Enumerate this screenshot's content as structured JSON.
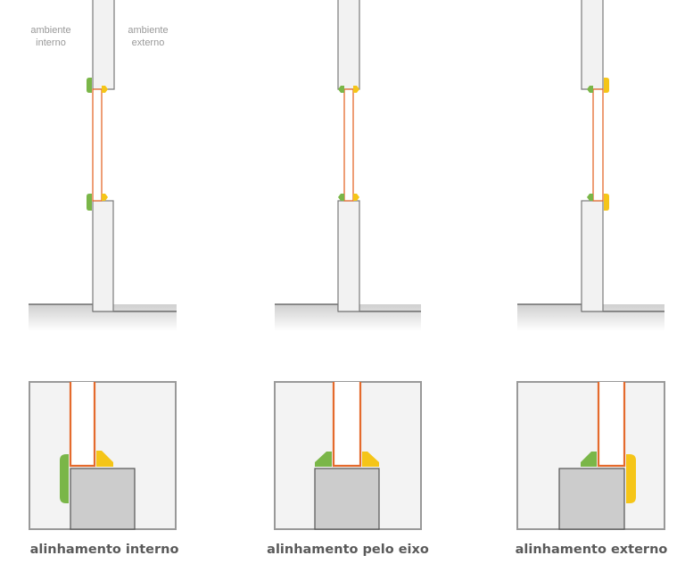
{
  "labels": {
    "interior_line1": "ambiente",
    "interior_line2": "interno",
    "exterior_line1": "ambiente",
    "exterior_line2": "externo"
  },
  "captions": [
    "alinhamento interno",
    "alinhamento pelo eixo",
    "alinhamento externo"
  ],
  "colors": {
    "frame_fill": "#f2f2f2",
    "frame_stroke": "#7a7a7a",
    "glass_stroke": "#e46a2c",
    "interior_gasket": "#7ab648",
    "exterior_gasket": "#f5c518",
    "detail_bg": "#f3f3f3",
    "detail_border": "#999999",
    "detail_block": "#cccccc"
  }
}
